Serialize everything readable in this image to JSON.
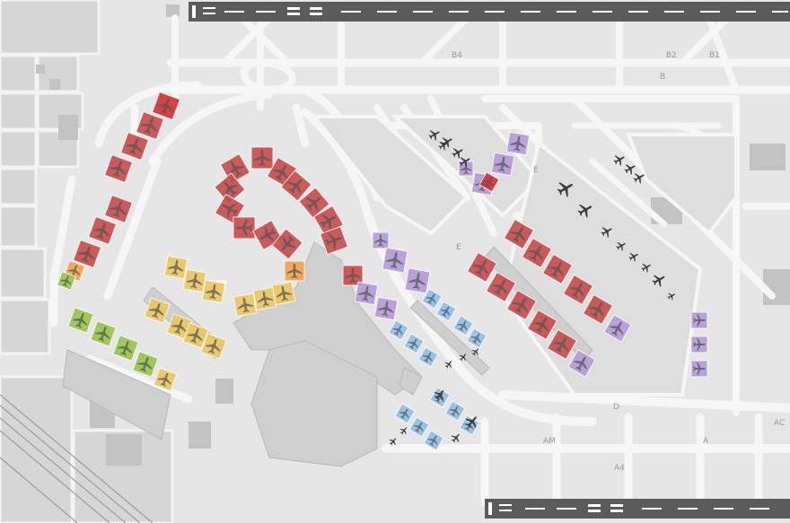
{
  "map": {
    "taxiway_labels": [
      "B4",
      "B2",
      "B1",
      "B",
      "E",
      "E",
      "D",
      "A",
      "AM",
      "A4",
      "AC"
    ],
    "colors": {
      "background": "#e6e6e6",
      "building": "#cfcfcf",
      "building_dark": "#bdbdbd",
      "taxiway": "#f6f6f6",
      "runway": "#5b5b5b",
      "runway_mark": "#ffffff",
      "aircraft_dark": "#3c3c3c",
      "red": "#c94a4a",
      "red_bright": "#d42f2f",
      "orange": "#f0a24a",
      "yellow": "#ebc760",
      "green": "#96c54a",
      "purple": "#b499d8",
      "blue": "#8ebfe6"
    },
    "stand_groups": [
      {
        "name": "red",
        "icon": "airplane-icon"
      },
      {
        "name": "orange",
        "icon": "airplane-icon"
      },
      {
        "name": "yellow",
        "icon": "airplane-icon"
      },
      {
        "name": "green",
        "icon": "airplane-icon"
      },
      {
        "name": "purple",
        "icon": "airplane-icon"
      },
      {
        "name": "blue",
        "icon": "airplane-icon"
      }
    ]
  }
}
